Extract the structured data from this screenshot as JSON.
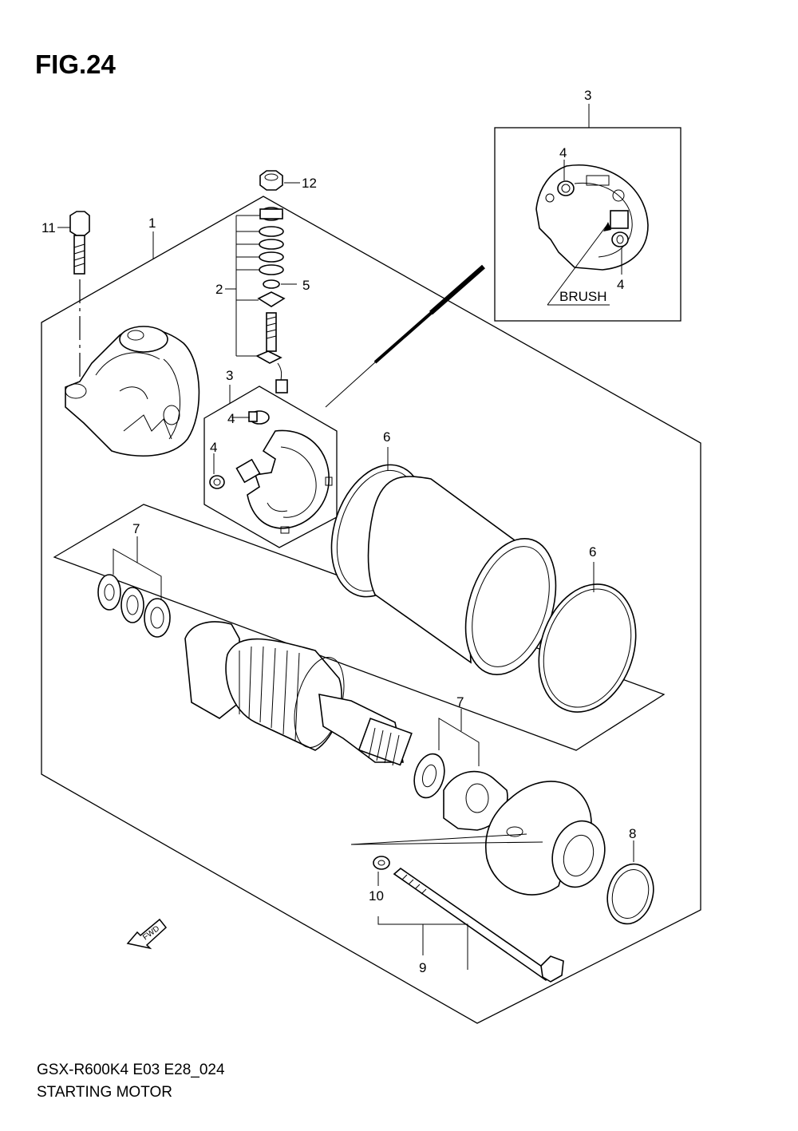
{
  "figure": {
    "title": "FIG.24",
    "model_code": "GSX-R600K4 E03 E28_024",
    "name": "STARTING MOTOR"
  },
  "callouts": {
    "c1": "1",
    "c2": "2",
    "c3_top": "3",
    "c3_mid": "3",
    "c4_a": "4",
    "c4_b": "4",
    "c4_c": "4",
    "c4_d": "4",
    "c5": "5",
    "c6_a": "6",
    "c6_b": "6",
    "c7_a": "7",
    "c7_b": "7",
    "c8": "8",
    "c9": "9",
    "c10": "10",
    "c11": "11",
    "c12": "12"
  },
  "detail": {
    "brush_label": "BRUSH"
  },
  "fwd_label": "FWD"
}
